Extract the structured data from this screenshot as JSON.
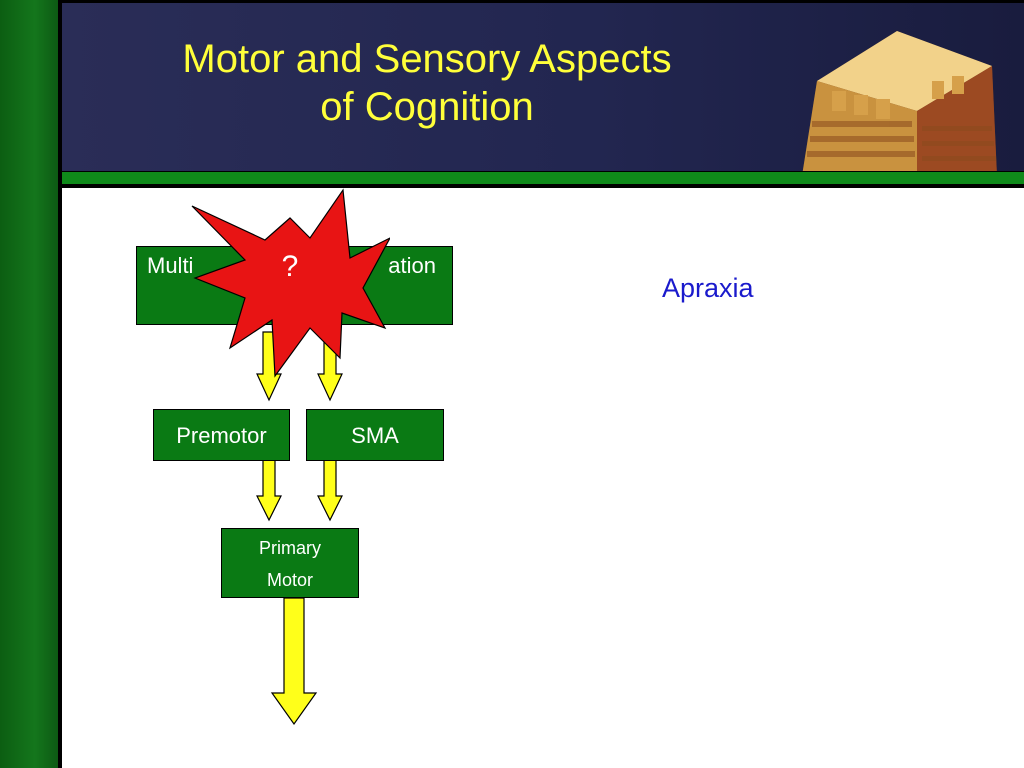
{
  "header": {
    "title_line1": "Motor and Sensory Aspects",
    "title_line2": "of Cognition"
  },
  "colors": {
    "title": "#ffff3a",
    "node_fill": "#0a7a14",
    "arrow_fill": "#ffff1a",
    "burst_fill": "#e81414",
    "apraxia_text": "#1a1acc"
  },
  "diagram": {
    "top_node_left": "Multi",
    "top_node_right": "ation",
    "burst_label": "?",
    "premotor": "Premotor",
    "sma": "SMA",
    "primary_line1": "Primary",
    "primary_line2": "Motor"
  },
  "side_label": "Apraxia"
}
